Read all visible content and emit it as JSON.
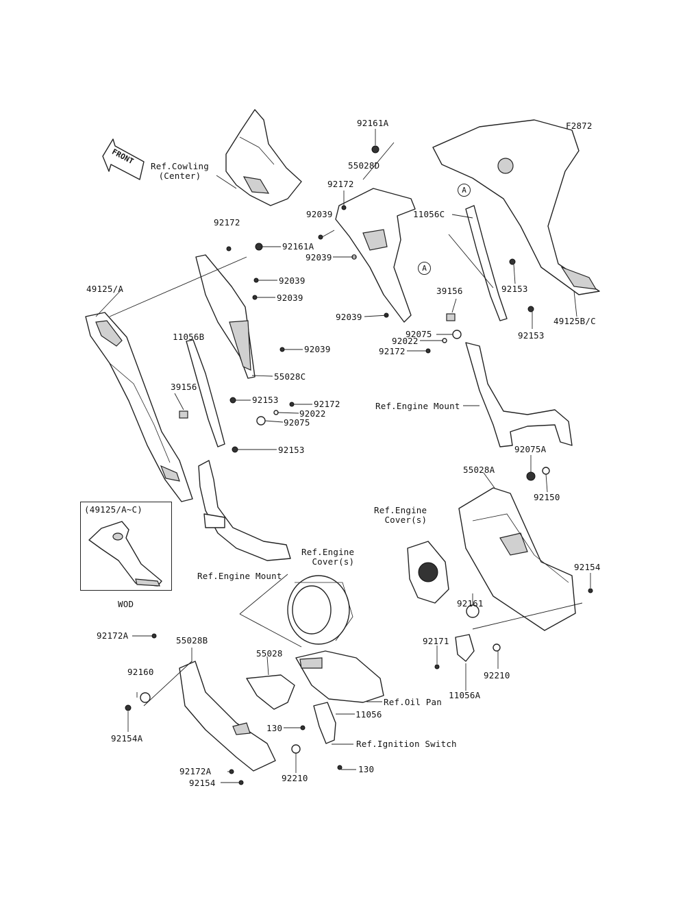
{
  "figure_code": "F2872",
  "front_label": "FRONT",
  "inset": {
    "title": "(49125/A~C)",
    "caption": "WOD"
  },
  "circle_ref": "A",
  "refs": {
    "cowling_center": "Ref.Cowling\n(Center)",
    "engine_mount_right": "Ref.Engine Mount",
    "engine_mount_left": "Ref.Engine Mount",
    "engine_cover_left": "Ref.Engine\nCover(s)",
    "engine_cover_right": "Ref.Engine\nCover(s)",
    "oil_pan": "Ref.Oil Pan",
    "ignition_switch": "Ref.Ignition Switch"
  },
  "parts": {
    "p92161A_top": "92161A",
    "p55028D": "55028D",
    "p92172_top": "92172",
    "p92039_a": "92039",
    "p92039_b": "92039",
    "p92039_c": "92039",
    "p11056C": "11056C",
    "p39156_right": "39156",
    "p92153_r1": "92153",
    "p92153_r2": "92153",
    "p49125BC": "49125B/C",
    "p92075_right": "92075",
    "p92022_right": "92022",
    "p92172_right": "92172",
    "p92172_left": "92172",
    "p92161A_left": "92161A",
    "p92039_l1": "92039",
    "p92039_l2": "92039",
    "p92039_l3": "92039",
    "p49125A": "49125/A",
    "p11056B": "11056B",
    "p55028C": "55028C",
    "p39156_left": "39156",
    "p92153_l1": "92153",
    "p92172_l2": "92172",
    "p92022_left": "92022",
    "p92075_left": "92075",
    "p92153_l2": "92153",
    "p92075A": "92075A",
    "p55028A": "55028A",
    "p92150": "92150",
    "p92154_right": "92154",
    "p92161": "92161",
    "p92171": "92171",
    "p92210_right": "92210",
    "p11056A": "11056A",
    "p92172A_top": "92172A",
    "p55028B": "55028B",
    "p92160": "92160",
    "p92154A": "92154A",
    "p55028": "55028",
    "p130_a": "130",
    "p11056": "11056",
    "p92172A_bottom": "92172A",
    "p92154_bottom": "92154",
    "p92210_bottom": "92210",
    "p130_b": "130"
  },
  "colors": {
    "line": "#222222",
    "shade": "#d0d0d0",
    "background": "#ffffff"
  }
}
